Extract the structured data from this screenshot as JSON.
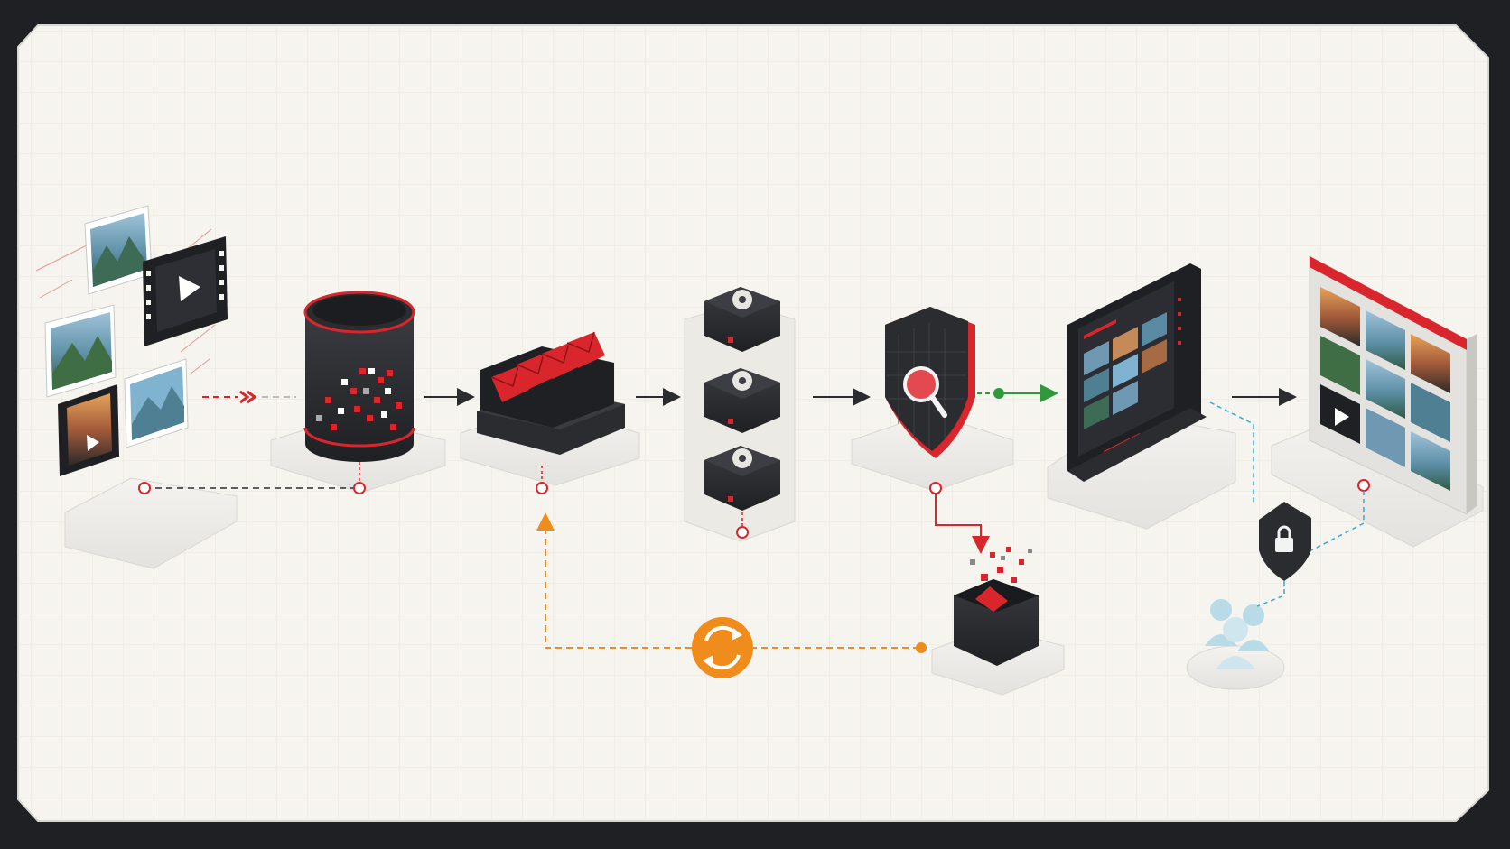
{
  "diagram": {
    "kind": "media-processing-pipeline",
    "text": [],
    "nodes": [
      {
        "id": "media-sources",
        "icon": "photos-and-video-icon"
      },
      {
        "id": "storage-cylinder",
        "icon": "database-icon"
      },
      {
        "id": "message-queue",
        "icon": "envelope-tray-icon"
      },
      {
        "id": "processing-workers",
        "icon": "gear-server-icon",
        "count": 3
      },
      {
        "id": "security-scan",
        "icon": "shield-magnifier-icon"
      },
      {
        "id": "monitoring-dashboard",
        "icon": "dashboard-monitor-icon"
      },
      {
        "id": "media-gallery",
        "icon": "photo-gallery-icon"
      },
      {
        "id": "quarantine-bin",
        "icon": "trash-bin-icon"
      },
      {
        "id": "retry-loop",
        "icon": "refresh-cycle-icon"
      },
      {
        "id": "access-control",
        "icon": "padlock-shield-icon"
      },
      {
        "id": "user-group",
        "icon": "users-icon"
      }
    ],
    "edges": [
      {
        "from": "media-sources",
        "to": "storage-cylinder",
        "style": "dashed",
        "color": "red"
      },
      {
        "from": "storage-cylinder",
        "to": "message-queue",
        "style": "solid",
        "color": "black"
      },
      {
        "from": "message-queue",
        "to": "processing-workers",
        "style": "solid",
        "color": "black"
      },
      {
        "from": "processing-workers",
        "to": "security-scan",
        "style": "solid",
        "color": "black"
      },
      {
        "from": "security-scan",
        "to": "monitoring-dashboard",
        "style": "dashed",
        "color": "green"
      },
      {
        "from": "monitoring-dashboard",
        "to": "media-gallery",
        "style": "solid",
        "color": "black"
      },
      {
        "from": "security-scan",
        "to": "quarantine-bin",
        "style": "solid",
        "color": "red"
      },
      {
        "from": "quarantine-bin",
        "to": "message-queue",
        "style": "dashed",
        "color": "orange",
        "via": "retry-loop"
      },
      {
        "from": "media-sources",
        "to": "storage-cylinder",
        "style": "dashed",
        "color": "black",
        "lane": "base"
      },
      {
        "from": "monitoring-dashboard",
        "to": "access-control",
        "style": "dashed",
        "color": "blue"
      },
      {
        "from": "access-control",
        "to": "media-gallery",
        "style": "dashed",
        "color": "blue"
      },
      {
        "from": "access-control",
        "to": "user-group",
        "style": "dashed",
        "color": "blue"
      }
    ]
  },
  "colors": {
    "frame": "#1f2023",
    "canvas": "#f6f4ee",
    "grid": "#e6e3dc",
    "dark": "#2b2c30",
    "accent_red": "#d9262c",
    "accent_orange": "#ef8c1c",
    "accent_green": "#2f9a3c",
    "accent_blue": "#3aa9d4",
    "platform": "#eeece8"
  }
}
